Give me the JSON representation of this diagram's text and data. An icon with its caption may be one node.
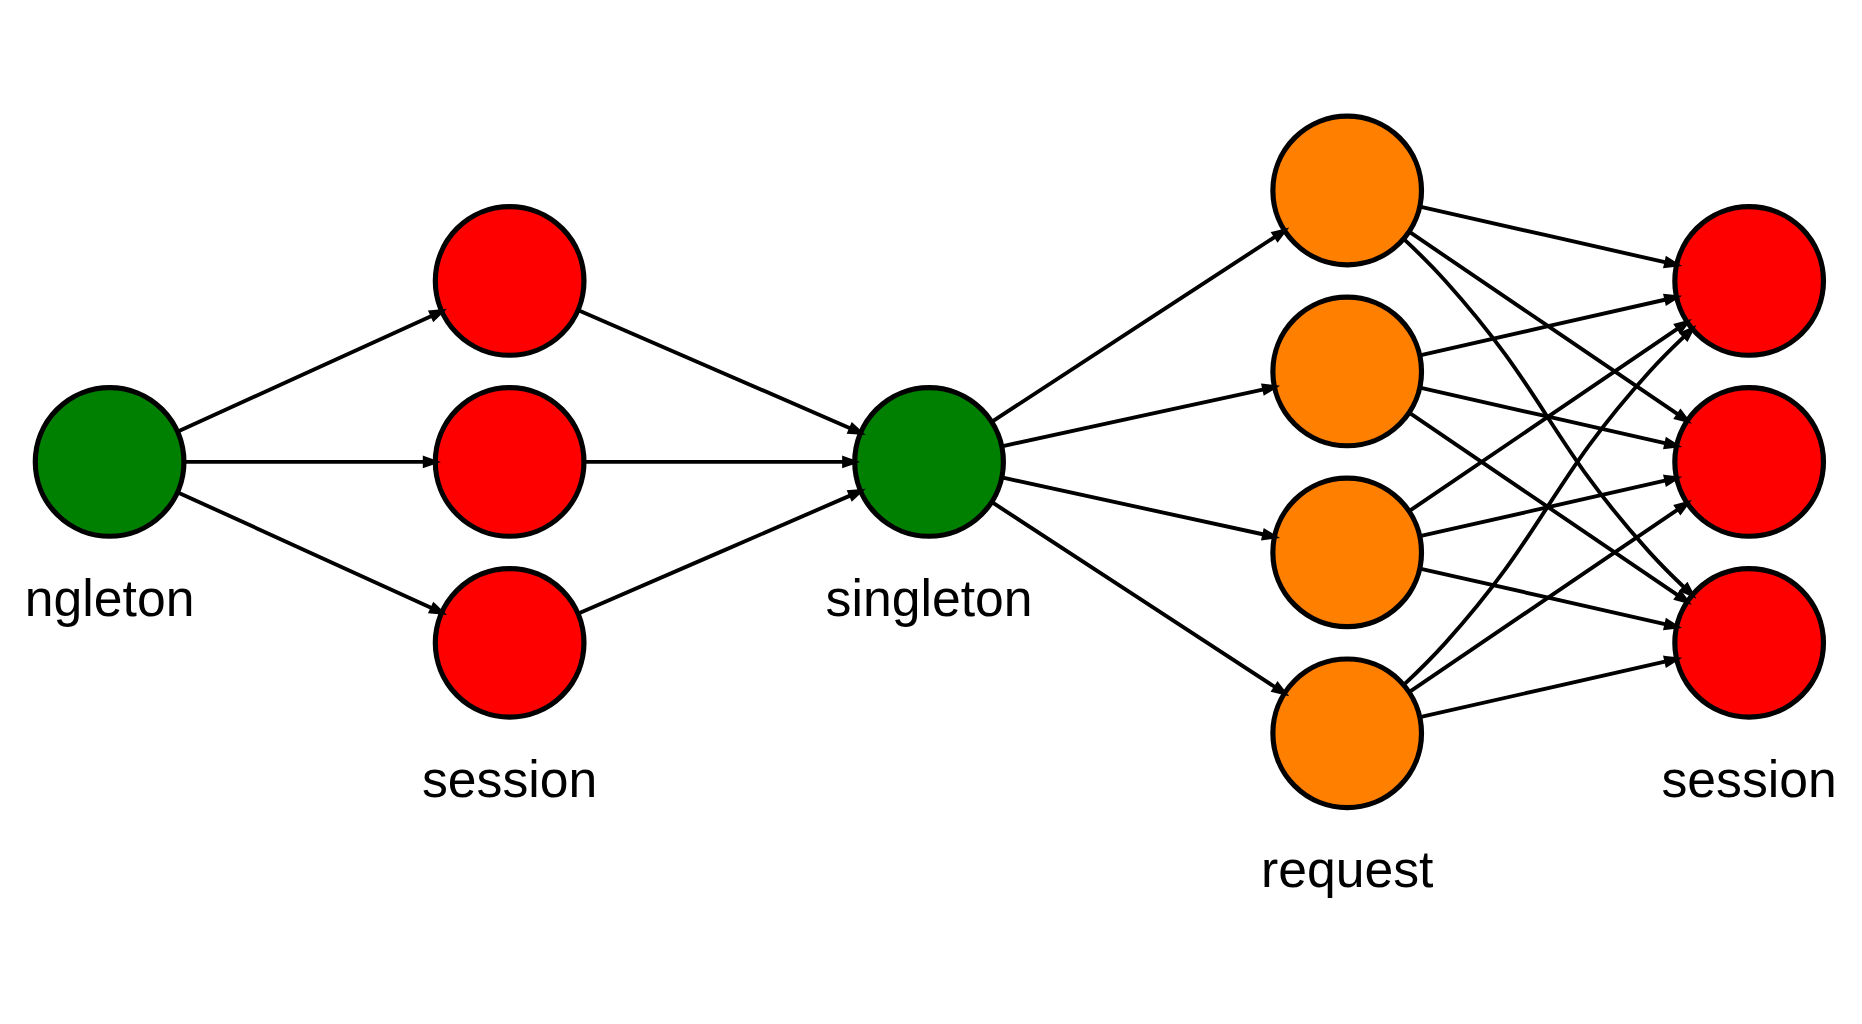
{
  "diagram": {
    "nodes": [
      {
        "text": [],
        "shape": "circle"
      },
      {
        "text": [],
        "shape": "circle"
      },
      {
        "text": [],
        "shape": "circle"
      },
      {
        "text": [],
        "shape": "circle"
      },
      {
        "text": [],
        "shape": "circle"
      },
      {
        "text": [],
        "shape": "circle"
      },
      {
        "text": [],
        "shape": "circle"
      },
      {
        "text": [],
        "shape": "circle"
      },
      {
        "text": [],
        "shape": "circle"
      },
      {
        "text": [],
        "shape": "circle"
      },
      {
        "text": [],
        "shape": "circle"
      },
      {
        "text": [],
        "shape": "circle"
      }
    ],
    "edges": [
      {
        "from": 0,
        "to": 1,
        "arrow": "to"
      },
      {
        "from": 0,
        "to": 2,
        "arrow": "to"
      },
      {
        "from": 0,
        "to": 3,
        "arrow": "to"
      },
      {
        "from": 1,
        "to": 4,
        "arrow": "to"
      },
      {
        "from": 2,
        "to": 4,
        "arrow": "to"
      },
      {
        "from": 3,
        "to": 4,
        "arrow": "to"
      },
      {
        "from": 4,
        "to": 5,
        "arrow": "to"
      },
      {
        "from": 4,
        "to": 6,
        "arrow": "to"
      },
      {
        "from": 4,
        "to": 7,
        "arrow": "to"
      },
      {
        "from": 4,
        "to": 8,
        "arrow": "to"
      },
      {
        "from": 5,
        "to": 9,
        "arrow": "to"
      },
      {
        "from": 5,
        "to": 10,
        "arrow": "to"
      },
      {
        "from": 5,
        "to": 11,
        "arrow": "to"
      },
      {
        "from": 6,
        "to": 9,
        "arrow": "to"
      },
      {
        "from": 6,
        "to": 10,
        "arrow": "to"
      },
      {
        "from": 6,
        "to": 11,
        "arrow": "to"
      },
      {
        "from": 7,
        "to": 9,
        "arrow": "to"
      },
      {
        "from": 7,
        "to": 10,
        "arrow": "to"
      },
      {
        "from": 7,
        "to": 11,
        "arrow": "to"
      },
      {
        "from": 8,
        "to": 9,
        "arrow": "to"
      },
      {
        "from": 8,
        "to": 10,
        "arrow": "to"
      },
      {
        "from": 8,
        "to": 11,
        "arrow": "to"
      }
    ],
    "labels": [
      "ngleton",
      "session",
      "singleton",
      "request",
      "session"
    ]
  }
}
